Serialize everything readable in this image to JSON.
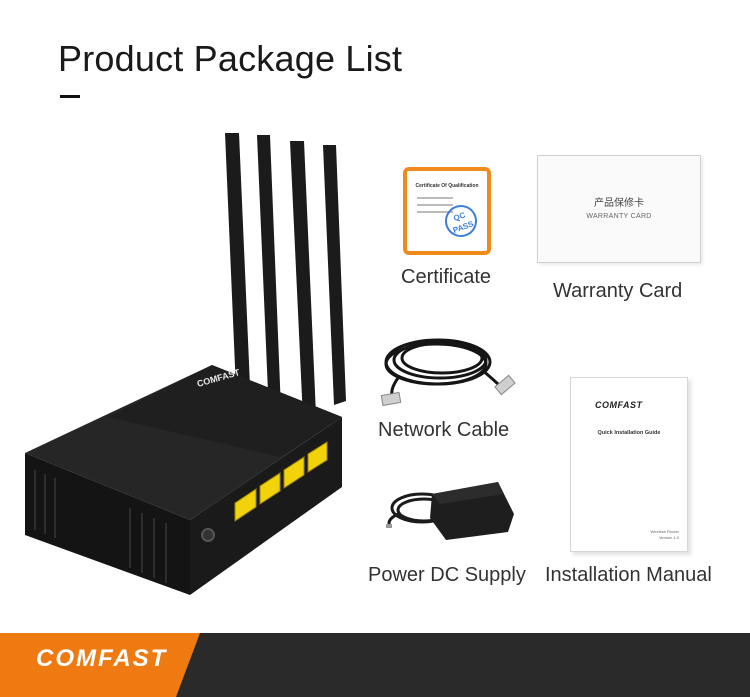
{
  "header": {
    "title": "Product Package List"
  },
  "router": {
    "brand": "COMFAST"
  },
  "items": {
    "certificate": {
      "label": "Certificate",
      "doc_title": "Certificate Of Qualification",
      "stamp_line1": "QC",
      "stamp_line2": "PASS"
    },
    "warranty_card": {
      "label": "Warranty Card",
      "cn_text": "产品保修卡",
      "en_text": "WARRANTY CARD"
    },
    "network_cable": {
      "label": "Network Cable"
    },
    "power_supply": {
      "label": "Power DC Supply"
    },
    "installation_manual": {
      "label": "Installation Manual",
      "brand": "COMFAST",
      "guide_title": "Quick Installation Guide",
      "foot_line1": "Wireless Router",
      "foot_line2": "Version 1.0"
    }
  },
  "footer": {
    "brand": "COMFAST"
  },
  "colors": {
    "accent": "#f07a12",
    "dark_bar": "#2a2a2a",
    "stamp_blue": "#3b7fd6",
    "port_yellow": "#f2d20a"
  }
}
